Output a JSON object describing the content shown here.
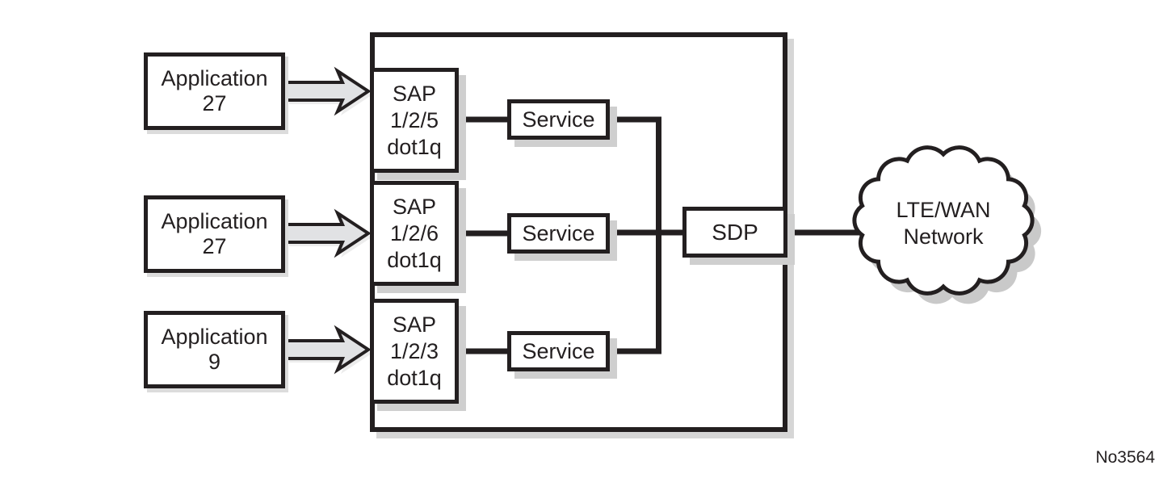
{
  "diagram": {
    "rows": [
      {
        "app_line1": "Application",
        "app_line2": "27",
        "sap_line1": "SAP",
        "sap_line2": "1/2/5",
        "sap_line3": "dot1q",
        "service_label": "Service"
      },
      {
        "app_line1": "Application",
        "app_line2": "27",
        "sap_line1": "SAP",
        "sap_line2": "1/2/6",
        "sap_line3": "dot1q",
        "service_label": "Service"
      },
      {
        "app_line1": "Application",
        "app_line2": "9",
        "sap_line1": "SAP",
        "sap_line2": "1/2/3",
        "sap_line3": "dot1q",
        "service_label": "Service"
      }
    ],
    "sdp_label": "SDP",
    "cloud_line1": "LTE/WAN",
    "cloud_line2": "Network",
    "figure_number": "No3564",
    "colors": {
      "line": "#231f20",
      "arrow_fill": "#e1e2e4",
      "box_shadow": "#cfcfcf",
      "background": "#ffffff"
    }
  }
}
